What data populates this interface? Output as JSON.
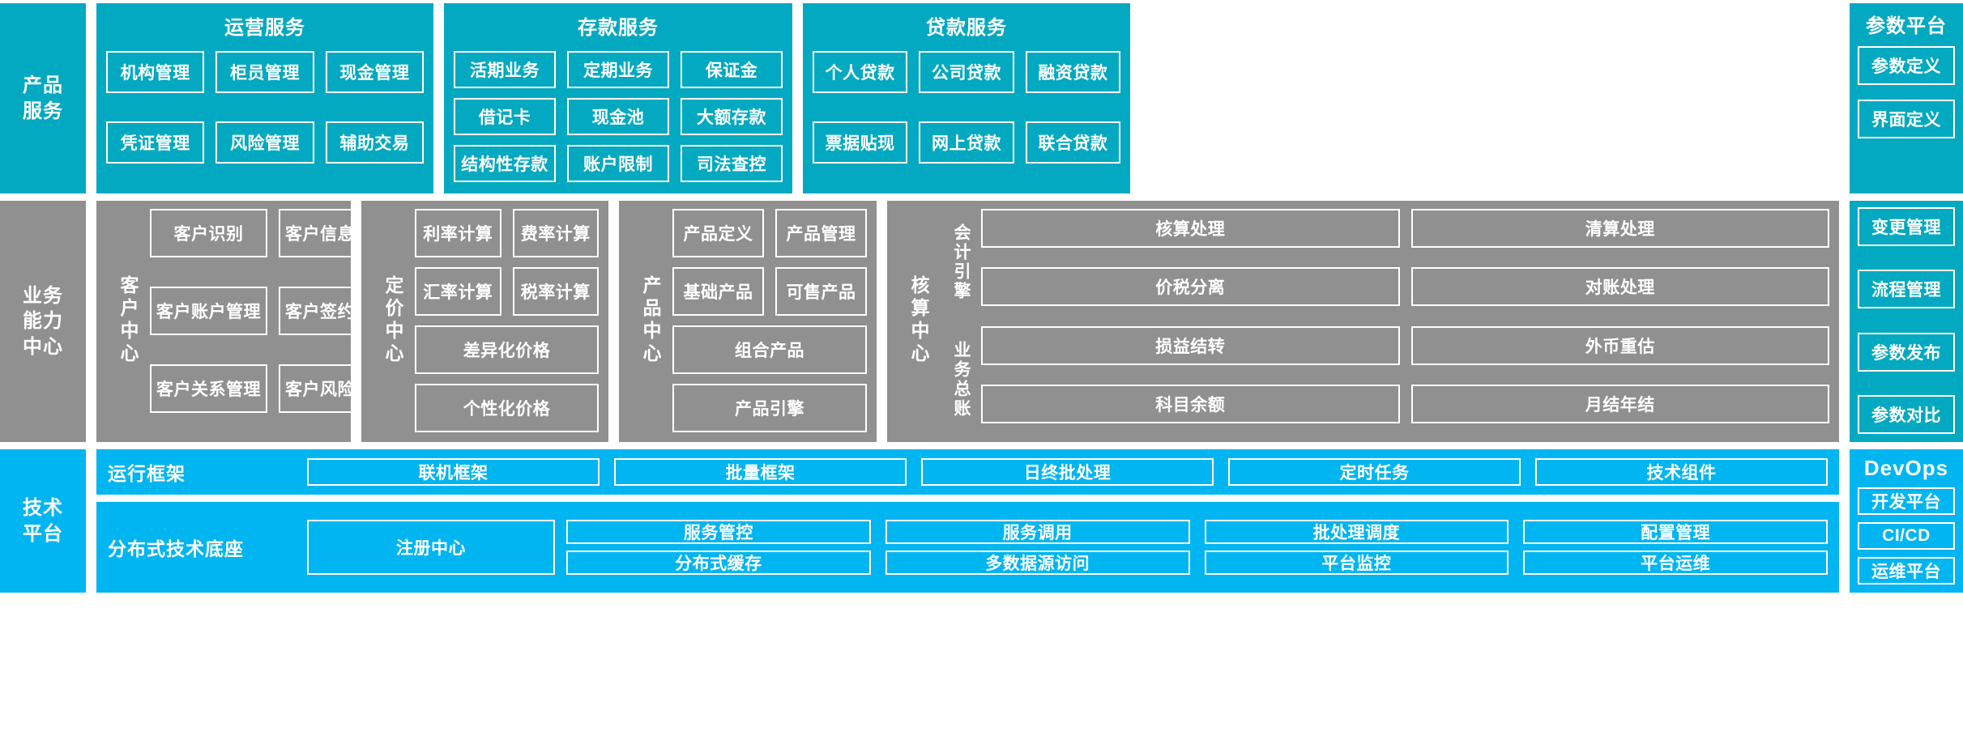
{
  "layers": {
    "product_services": "产品\n服务",
    "business_capability": "业务\n能力\n中心",
    "technical_platform": "技术\n平台"
  },
  "colors": {
    "teal": "#03A9C0",
    "gray": "#909090",
    "cyan": "#00B5F0",
    "border": "#FFFFFF",
    "text": "#FFFFFF",
    "background": "#FFFFFF"
  },
  "row1": {
    "operations": {
      "title": "运营服务",
      "items": [
        "机构管理",
        "柜员管理",
        "现金管理",
        "凭证管理",
        "风险管理",
        "辅助交易"
      ]
    },
    "deposit": {
      "title": "存款服务",
      "items": [
        "活期业务",
        "定期业务",
        "保证金",
        "借记卡",
        "现金池",
        "大额存款",
        "结构性存款",
        "账户限制",
        "司法查控"
      ]
    },
    "loan": {
      "title": "贷款服务",
      "items": [
        "个人贷款",
        "公司贷款",
        "融资贷款",
        "票据贴现",
        "网上贷款",
        "联合贷款"
      ]
    }
  },
  "param_platform": {
    "title": "参数平台",
    "items": [
      "参数定义",
      "界面定义",
      "变更管理",
      "流程管理",
      "参数发布",
      "参数对比"
    ]
  },
  "row2": {
    "customer_center": {
      "label": "客户中心",
      "items": [
        "客户识别",
        "客户信息管理",
        "客户账户管理",
        "客户签约管理",
        "客户关系管理",
        "客户风险管理"
      ]
    },
    "pricing_center": {
      "label": "定价中心",
      "items": [
        "利率计算",
        "费率计算",
        "汇率计算",
        "税率计算"
      ],
      "wide_items": [
        "差异化价格",
        "个性化价格"
      ]
    },
    "product_center": {
      "label": "产品中心",
      "items": [
        "产品定义",
        "产品管理",
        "基础产品",
        "可售产品"
      ],
      "wide_items": [
        "组合产品",
        "产品引擎"
      ]
    },
    "accounting_center": {
      "label": "核算中心",
      "subgroups": [
        {
          "label": "会计引擎",
          "items": [
            "核算处理",
            "清算处理",
            "价税分离",
            "对账处理"
          ]
        },
        {
          "label": "业务总账",
          "items": [
            "损益结转",
            "外币重估",
            "科目余额",
            "月结年结"
          ]
        }
      ]
    }
  },
  "row3": {
    "runtime_framework": {
      "label": "运行框架",
      "items": [
        "联机框架",
        "批量框架",
        "日终批处理",
        "定时任务",
        "技术组件"
      ]
    },
    "distributed_base": {
      "label": "分布式技术底座",
      "anchor": "注册中心",
      "items": [
        "服务管控",
        "服务调用",
        "批处理调度",
        "配置管理",
        "分布式缓存",
        "多数据源访问",
        "平台监控",
        "平台运维"
      ]
    }
  },
  "devops": {
    "title": "DevOps",
    "items": [
      "开发平台",
      "CI/CD",
      "运维平台"
    ]
  }
}
